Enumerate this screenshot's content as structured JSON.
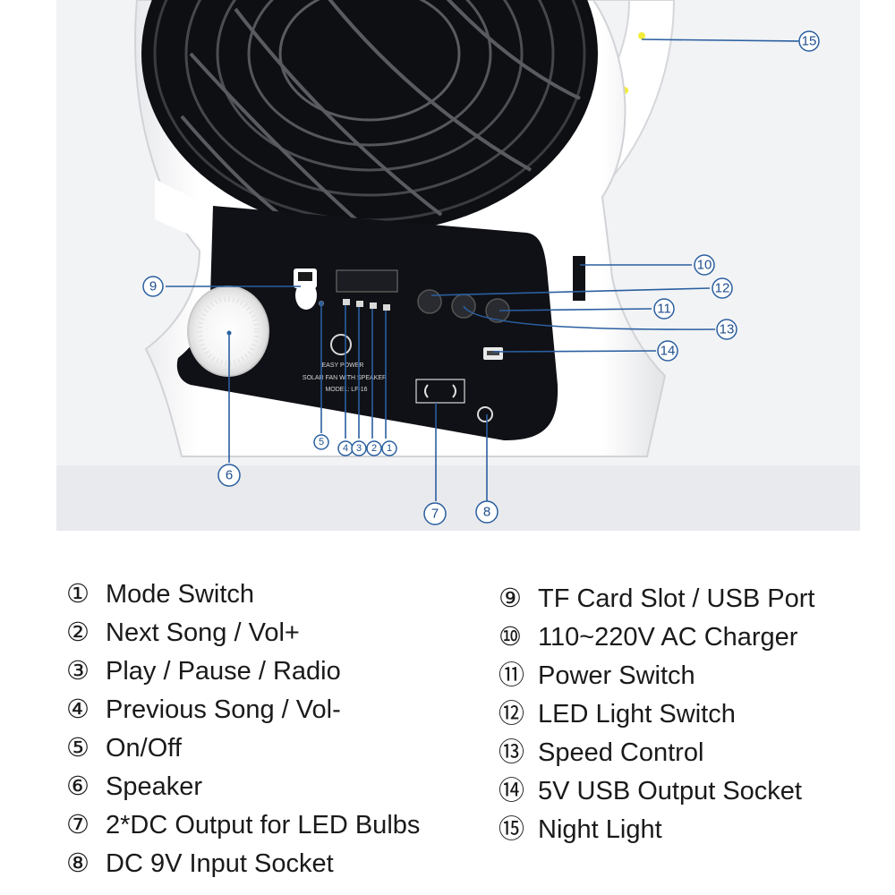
{
  "callouts": [
    {
      "id": "1",
      "glyph": "①",
      "label": "Mode Switch"
    },
    {
      "id": "2",
      "glyph": "②",
      "label": "Next Song / Vol+"
    },
    {
      "id": "3",
      "glyph": "③",
      "label": "Play / Pause / Radio"
    },
    {
      "id": "4",
      "glyph": "④",
      "label": "Previous Song / Vol-"
    },
    {
      "id": "5",
      "glyph": "⑤",
      "label": "On/Off"
    },
    {
      "id": "6",
      "glyph": "⑥",
      "label": "Speaker"
    },
    {
      "id": "7",
      "glyph": "⑦",
      "label": "2*DC Output for LED Bulbs"
    },
    {
      "id": "8",
      "glyph": "⑧",
      "label": "DC 9V Input Socket"
    },
    {
      "id": "9",
      "glyph": "⑨",
      "label": "TF Card Slot / USB Port"
    },
    {
      "id": "10",
      "glyph": "⑩",
      "label": "110~220V AC Charger"
    },
    {
      "id": "11",
      "glyph": "⑪",
      "label": "Power Switch"
    },
    {
      "id": "12",
      "glyph": "⑫",
      "label": "LED Light Switch"
    },
    {
      "id": "13",
      "glyph": "⑬",
      "label": "Speed Control"
    },
    {
      "id": "14",
      "glyph": "⑭",
      "label": "5V USB Output Socket"
    },
    {
      "id": "15",
      "glyph": "⑮",
      "label": "Night Light"
    }
  ],
  "product_marking": {
    "brand": "EASY POWER",
    "model_line": "SOLAR FAN WITH SPEAKER",
    "model_no": "MODEL: LF-16"
  },
  "colors": {
    "callout": "#2a5fa0",
    "panel": "#101116",
    "body": "#ffffff",
    "night_light": "#f2ec3a"
  }
}
